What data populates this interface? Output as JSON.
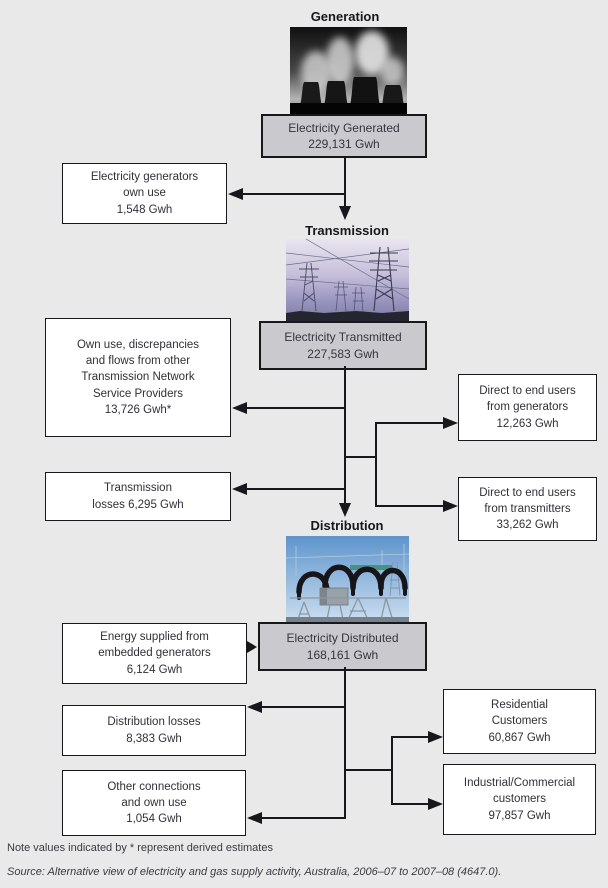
{
  "colors": {
    "background": "#e9e9ea",
    "stage_box_fill": "#c9c9ce",
    "flow_box_fill": "#ffffff",
    "line_and_border": "#17171c"
  },
  "stages": {
    "generation": {
      "title": "Generation",
      "image": "cooling-towers-photo",
      "box_title": "Electricity Generated",
      "box_value": "229,131 Gwh"
    },
    "transmission": {
      "title": "Transmission",
      "image": "transmission-towers-photo",
      "box_title": "Electricity Transmitted",
      "box_value": "227,583 Gwh"
    },
    "distribution": {
      "title": "Distribution",
      "image": "substation-photo",
      "box_title": "Electricity Distributed",
      "box_value": "168,161 Gwh"
    }
  },
  "flows": {
    "generators_own_use": {
      "lines": [
        "Electricity generators",
        "own use",
        "1,548 Gwh"
      ]
    },
    "tnsp_own_use": {
      "lines": [
        "Own use, discrepancies",
        "and flows from other",
        "Transmission Network",
        "Service Providers",
        "13,726 Gwh*"
      ]
    },
    "direct_from_generators": {
      "lines": [
        "Direct to end users",
        "from generators",
        "12,263 Gwh"
      ]
    },
    "transmission_losses": {
      "lines": [
        "Transmission",
        "losses 6,295 Gwh"
      ]
    },
    "direct_from_transmitters": {
      "lines": [
        "Direct to end users",
        "from transmitters",
        "33,262 Gwh"
      ]
    },
    "embedded_generators": {
      "lines": [
        "Energy supplied from",
        "embedded generators",
        "6,124 Gwh"
      ]
    },
    "distribution_losses": {
      "lines": [
        "Distribution losses",
        "8,383 Gwh"
      ]
    },
    "other_connections": {
      "lines": [
        "Other connections",
        "and own use",
        "1,054 Gwh"
      ]
    },
    "residential_customers": {
      "lines": [
        "Residential",
        "Customers",
        "60,867 Gwh"
      ]
    },
    "industrial_customers": {
      "lines": [
        "Industrial/Commercial",
        "customers",
        "97,857 Gwh"
      ]
    }
  },
  "footer": {
    "note": "Note values indicated by * represent derived estimates",
    "source": "Source: Alternative view of electricity and gas supply activity, Australia, 2006–07 to 2007–08 (4647.0)."
  }
}
